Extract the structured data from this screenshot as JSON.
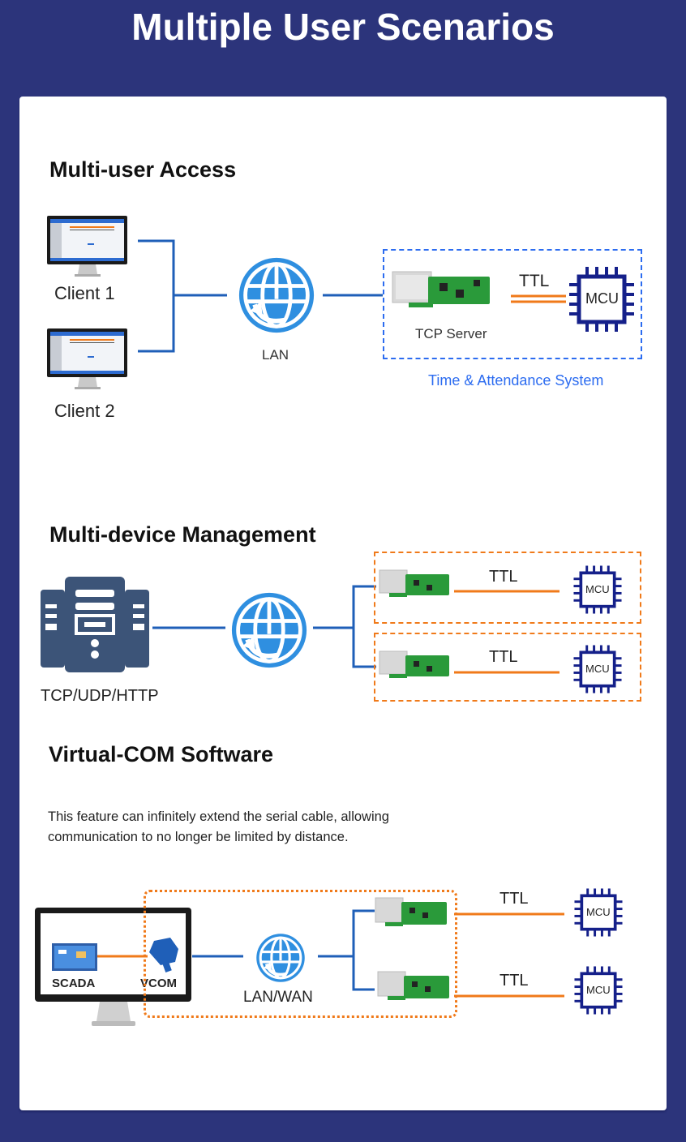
{
  "page": {
    "title": "Multiple User Scenarios"
  },
  "colors": {
    "background": "#2c347b",
    "card": "#ffffff",
    "line_blue": "#1f5fb8",
    "ttl_orange": "#f07a1a",
    "mcu_navy": "#15208a",
    "globe_blue": "#2f8fe0",
    "server_slate": "#3c5478",
    "caption_blue": "#2c6cf0"
  },
  "sections": [
    {
      "heading": "Multi-user Access",
      "clients": [
        "Client 1",
        "Client 2"
      ],
      "network_label": "LAN",
      "device_label": "TCP Server",
      "link_label": "TTL",
      "mcu_label": "MCU",
      "group_caption": "Time & Attendance System"
    },
    {
      "heading": "Multi-device Management",
      "server_label": "TCP/UDP/HTTP",
      "links": [
        {
          "link_label": "TTL",
          "mcu_label": "MCU"
        },
        {
          "link_label": "TTL",
          "mcu_label": "MCU"
        }
      ]
    },
    {
      "heading": "Virtual-COM Software",
      "description_line1": "This feature can infinitely extend the serial cable, allowing",
      "description_line2": "communication to no longer be limited by distance.",
      "software_label": "SCADA",
      "vcom_label": "VCOM",
      "network_label": "LAN/WAN",
      "links": [
        {
          "link_label": "TTL",
          "mcu_label": "MCU"
        },
        {
          "link_label": "TTL",
          "mcu_label": "MCU"
        }
      ]
    }
  ],
  "icons": {
    "monitor": "monitor-icon",
    "globe": "globe-network-icon",
    "module": "serial-ethernet-module-icon",
    "mcu": "mcu-chip-icon",
    "server": "server-icon",
    "connector": "db9-connector-icon"
  }
}
